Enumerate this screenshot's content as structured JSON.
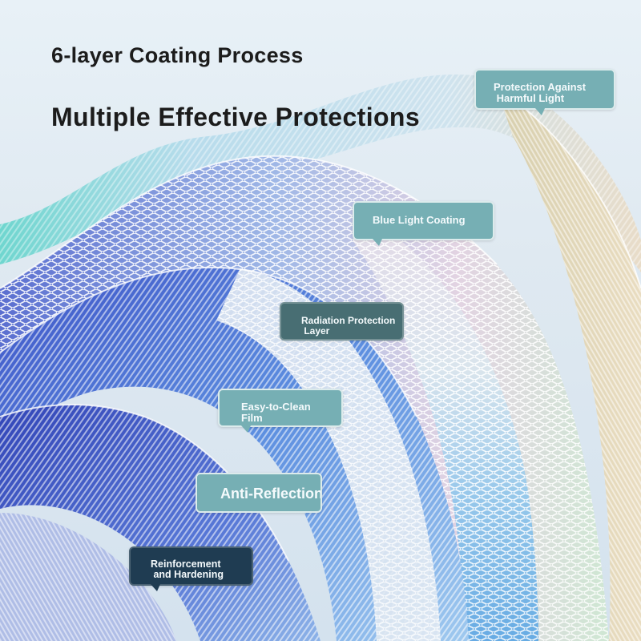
{
  "title": "6-layer Coating Process",
  "subtitle": "Multiple Effective Protections",
  "labels": {
    "protection": "Protection Against\n Harmful Light",
    "blue_light": "Blue Light Coating",
    "radiation": "Radiation Protection\n Layer",
    "easy_clean": "Easy-to-Clean\nFilm",
    "anti_reflection": "Anti-Reflection",
    "reinforcement": "Reinforcement\n and Hardening"
  },
  "colors": {
    "callout_teal": "#76afb4",
    "callout_slate": "#486e73",
    "callout_navy": "#1f3c52",
    "heading_text": "#1c1c1c"
  }
}
